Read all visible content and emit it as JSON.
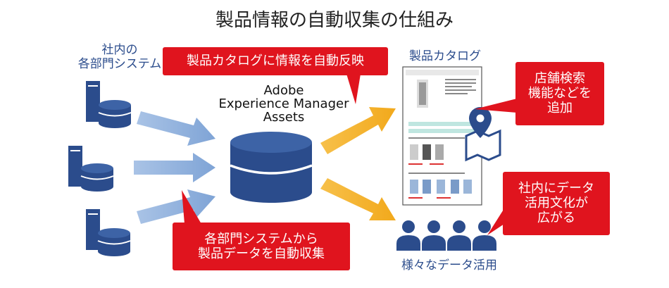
{
  "title": "製品情報の自動収集の仕組み",
  "source_systems": {
    "label": "社内の\n各部門システム",
    "server_count": 3
  },
  "hub": {
    "label": "Adobe\nExperience Manager\nAssets"
  },
  "callouts": {
    "auto_reflect": "製品カタログに情報を自動反映",
    "auto_collect": "各部門システムから\n製品データを自動収集",
    "store_search": "店舗検索\n機能などを\n追加",
    "data_culture": "社内にデータ\n活用文化が\n広がる"
  },
  "catalog": {
    "label": "製品カタログ"
  },
  "users": {
    "label": "様々なデータ活用",
    "person_count": 4
  },
  "colors": {
    "server_blue": "#2b4c8c",
    "arrow_blue": "#8fb1dd",
    "arrow_orange": "#f5b330",
    "callout_red": "#e0141e",
    "title_text": "#222222"
  }
}
